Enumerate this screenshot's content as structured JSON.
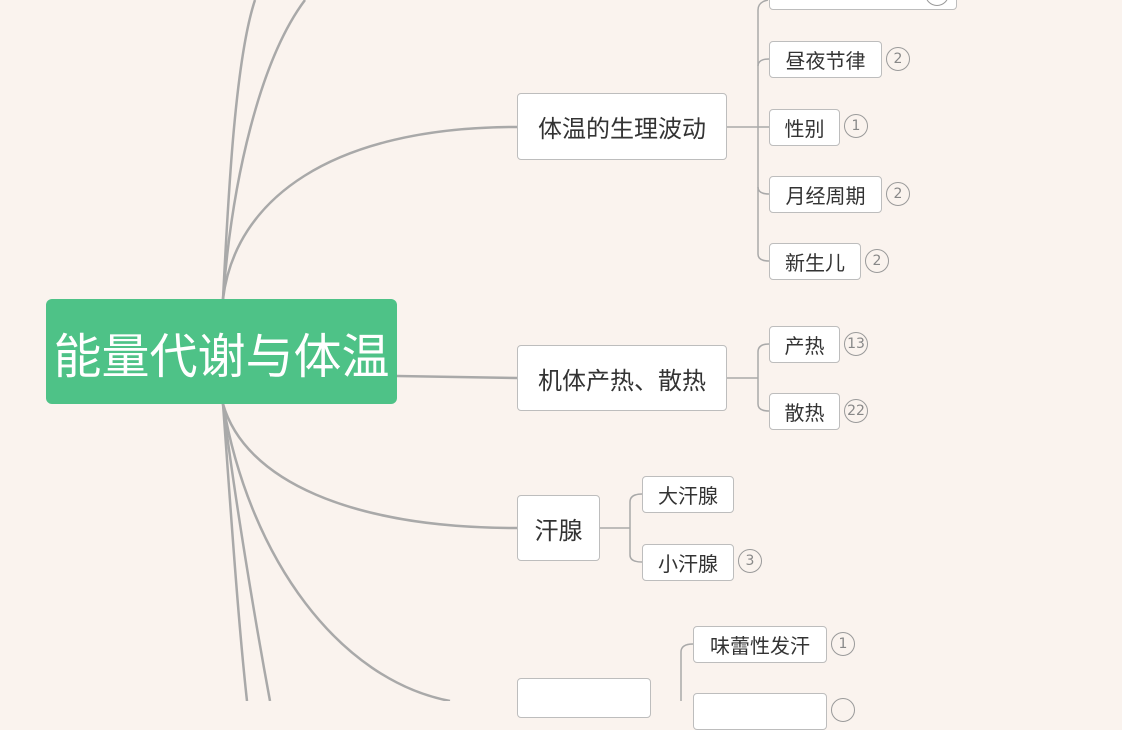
{
  "root": {
    "label": "能量代谢与体温"
  },
  "branches": {
    "temp_fluctuation": {
      "label": "体温的生理波动",
      "children": [
        {
          "label": "昼夜节律",
          "badge": "2"
        },
        {
          "label": "性别",
          "badge": "1"
        },
        {
          "label": "月经周期",
          "badge": "2"
        },
        {
          "label": "新生儿",
          "badge": "2"
        }
      ]
    },
    "heat": {
      "label": "机体产热、散热",
      "children": [
        {
          "label": "产热",
          "badge": "13"
        },
        {
          "label": "散热",
          "badge": "22"
        }
      ]
    },
    "sweat_glands": {
      "label": "汗腺",
      "children": [
        {
          "label": "大汗腺"
        },
        {
          "label": "小汗腺",
          "badge": "3"
        }
      ]
    },
    "lower": {
      "children": [
        {
          "label": "味蕾性发汗",
          "badge": "1"
        }
      ]
    }
  },
  "colors": {
    "background": "#faf3ee",
    "root_fill": "#4ec287",
    "connector": "#a8a8a8"
  }
}
